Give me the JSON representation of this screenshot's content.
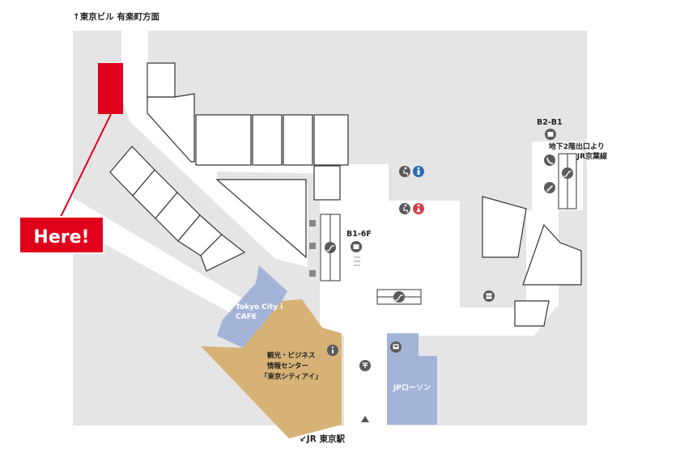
{
  "directions": {
    "north": "↑東京ビル 有楽町方面",
    "south": "↙JR 東京駅"
  },
  "here_label": "Here!",
  "areas": {
    "cafe": "Tokyo City i\nCAFE",
    "info_center": "観光・ビジネス\n情報センター\n「東京シティアイ」",
    "shop": "JPローソン"
  },
  "floors": {
    "elevator_main": "B1-6F",
    "elevator_east": "B2-B1"
  },
  "transfer_note": "地下2階出口より\nJR京葉線",
  "icons": [
    "wheelchair-icon",
    "mens-restroom-icon",
    "womens-restroom-icon",
    "escalator-icon",
    "elevator-icon",
    "information-icon",
    "atm-icon",
    "post-icon",
    "stairs-icon",
    "phone-icon",
    "coin-locker-icon"
  ],
  "colors": {
    "floor_bg": "#e5e5e5",
    "walkway": "#ffffff",
    "here_marker": "#e0001b",
    "info_center": "#d7b276",
    "blue_area": "#a4b4d9",
    "icon": "#5a5a5a"
  }
}
